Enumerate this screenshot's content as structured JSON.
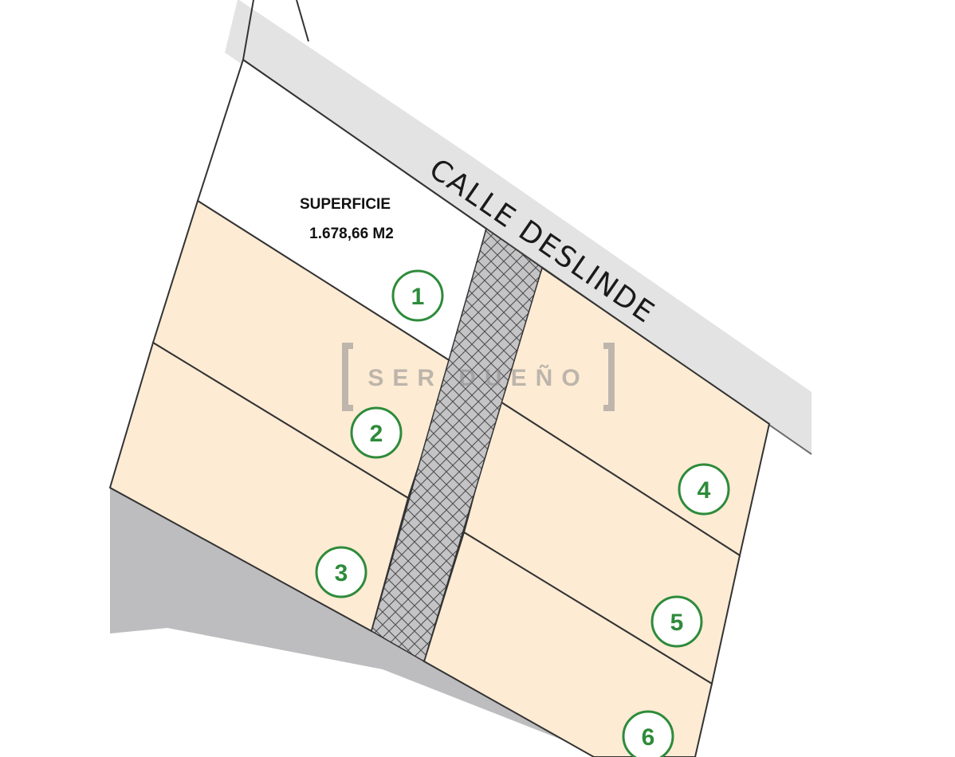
{
  "street": {
    "name": "CALLE DESLINDE"
  },
  "area": {
    "label": "SUPERFICIE",
    "value": "1.678,66 M2"
  },
  "lots": [
    {
      "id": "1",
      "label": "1"
    },
    {
      "id": "2",
      "label": "2"
    },
    {
      "id": "3",
      "label": "3"
    },
    {
      "id": "4",
      "label": "4"
    },
    {
      "id": "5",
      "label": "5"
    },
    {
      "id": "6",
      "label": "6"
    }
  ],
  "watermark": {
    "text": "SER DUEÑO"
  },
  "colors": {
    "lot_fill": "#fdebd4",
    "street_fill": "#e3e3e3",
    "road_fill": "#bdbdbf",
    "lot_label": "#2e8b3a"
  }
}
